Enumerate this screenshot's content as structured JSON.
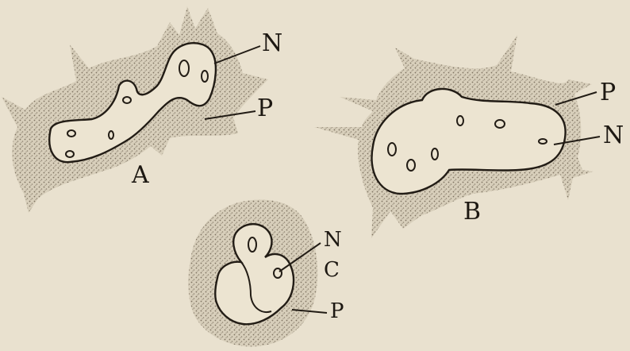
{
  "figure": {
    "labels": {
      "nucleus": "N",
      "protoplasm": "P",
      "cell_a": "A",
      "cell_b": "B",
      "cell_c": "C"
    },
    "colors": {
      "paper": "#e9e1cf",
      "ink": "#221c15",
      "stipple": "#8a7f6d"
    }
  }
}
